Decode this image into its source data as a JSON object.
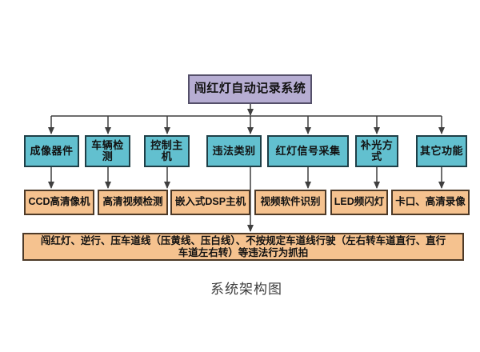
{
  "diagram": {
    "root": {
      "label": "闯红灯自动记录系统"
    },
    "tier2": [
      {
        "label": "成像器件"
      },
      {
        "label": "车辆检测"
      },
      {
        "label": "控制主机"
      },
      {
        "label": "违法类别"
      },
      {
        "label": "红灯信号采集"
      },
      {
        "label": "补光方式"
      },
      {
        "label": "其它功能"
      }
    ],
    "tier3": [
      {
        "label": "CCD高清像机"
      },
      {
        "label": "高清视频检测"
      },
      {
        "label": "嵌入式DSP主机"
      },
      {
        "label": "视频软件识别"
      },
      {
        "label": "LED频闪灯"
      },
      {
        "label": "卡口、高清录像"
      }
    ],
    "bottom": {
      "line1": "闯红灯、逆行、压车道线（压黄线、压白线）、不按规定车道线行驶（左右转车道直行、直行",
      "line2": "车道左右转）等违法行为抓拍"
    },
    "caption": "系统架构图",
    "colors": {
      "root_fill": "#b6add2",
      "root_border": "#55506a",
      "tier2_fill": "#62c0cf",
      "tier2_border": "#1f3f47",
      "tier3_fill": "#f5c28f",
      "tier3_border": "#4d3a28",
      "connector": "#3f3f3f"
    }
  }
}
